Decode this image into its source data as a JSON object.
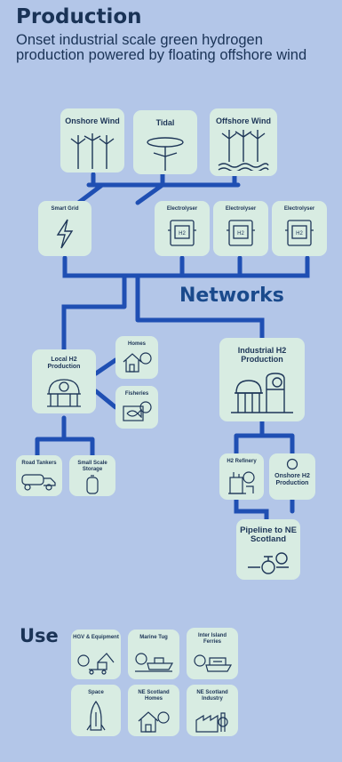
{
  "header": {
    "title": "Production",
    "subtitle": "Onset industrial scale green hydrogen production powered by floating offshore wind"
  },
  "networks_title": "Networks",
  "use_title": "Use",
  "colors": {
    "background": "#b3c6e8",
    "box": "#d8ece2",
    "line": "#1f4fb3",
    "text": "#1d3557"
  },
  "production": {
    "onshore_wind": "Onshore Wind",
    "tidal": "Tidal",
    "offshore_wind": "Offshore Wind",
    "smart_grid": "Smart Grid",
    "electrolyser_1": "Electrolyser",
    "electrolyser_2": "Electrolyser",
    "electrolyser_3": "Electrolyser"
  },
  "networks": {
    "local_h2": "Local H2 Production",
    "homes": "Homes",
    "fisheries": "Fisheries",
    "road_tankers": "Road Tankers",
    "small_scale_storage": "Small Scale Storage",
    "industrial_h2": "Industrial H2 Production",
    "h2_refinery": "H2 Refinery",
    "onshore_h2": "Onshore H2 Production",
    "pipeline": "Pipeline to NE Scotland"
  },
  "use": {
    "hgv": "HGV & Equipment",
    "marine_tug": "Marine Tug",
    "ferries": "Inter Island Ferries",
    "space": "Space",
    "ne_homes": "NE Scotland Homes",
    "ne_industry": "NE Scotland Industry"
  },
  "icons": {
    "h2_badge": "H2"
  }
}
